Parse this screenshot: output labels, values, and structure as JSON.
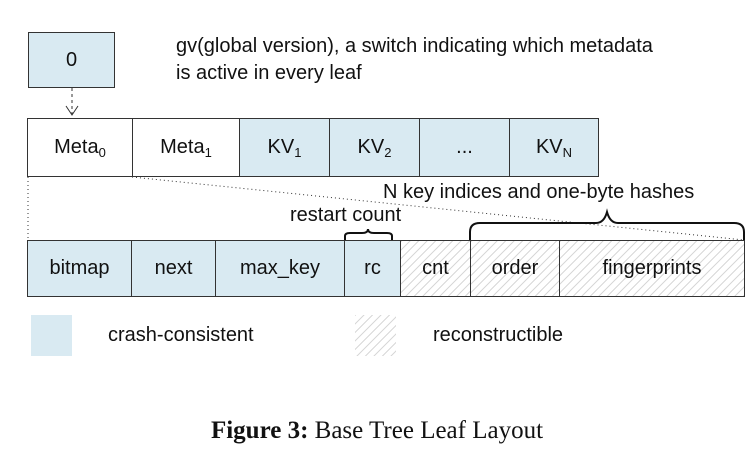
{
  "gv_box": {
    "value": "0"
  },
  "gv_note": {
    "line1": "gv(global version), a switch indicating which metadata",
    "line2": "is active in every leaf"
  },
  "leaf_row": {
    "meta0": {
      "base": "Meta",
      "sub": "0"
    },
    "meta1": {
      "base": "Meta",
      "sub": "1"
    },
    "kv1": {
      "base": "KV",
      "sub": "1"
    },
    "kv2": {
      "base": "KV",
      "sub": "2"
    },
    "ellipsis": "...",
    "kvn": {
      "base": "KV",
      "sub": "N"
    }
  },
  "meta_row": {
    "cells": [
      "bitmap",
      "next",
      "max_key",
      "rc",
      "cnt",
      "order",
      "fingerprints"
    ]
  },
  "annotations": {
    "hashes": "N key indices and one-byte hashes",
    "restart": "restart count"
  },
  "legend": {
    "crash_consistent": "crash-consistent",
    "reconstructible": "reconstructible"
  },
  "caption": {
    "label": "Figure 3:",
    "text": "Base Tree Leaf Layout"
  },
  "colors": {
    "crash_consistent_fill": "#d9eaf2",
    "border": "#333333"
  }
}
